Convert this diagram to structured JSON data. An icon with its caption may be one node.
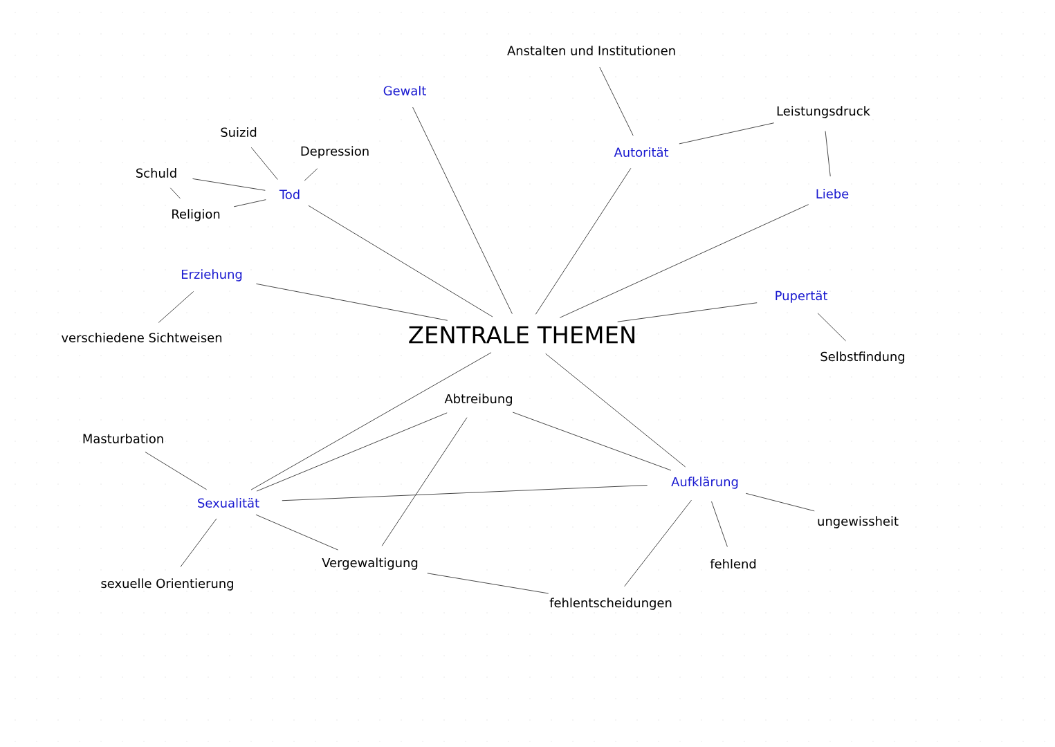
{
  "diagram": {
    "nodes": [
      {
        "text": [
          "ZENTRALE THEMEN"
        ]
      },
      {
        "text": [
          "Gewalt"
        ]
      },
      {
        "text": [
          "Anstalten und Institutionen"
        ]
      },
      {
        "text": [
          "Autorität"
        ]
      },
      {
        "text": [
          "Leistungsdruck"
        ]
      },
      {
        "text": [
          "Liebe"
        ]
      },
      {
        "text": [
          "Tod"
        ]
      },
      {
        "text": [
          "Suizid"
        ]
      },
      {
        "text": [
          "Depression"
        ]
      },
      {
        "text": [
          "Schuld"
        ]
      },
      {
        "text": [
          "Religion"
        ]
      },
      {
        "text": [
          "Erziehung"
        ]
      },
      {
        "text": [
          "verschiedene Sichtweisen"
        ]
      },
      {
        "text": [
          "Pupertät"
        ]
      },
      {
        "text": [
          "Selbstfindung"
        ]
      },
      {
        "text": [
          "Abtreibung"
        ]
      },
      {
        "text": [
          "Aufklärung"
        ]
      },
      {
        "text": [
          "ungewissheit"
        ]
      },
      {
        "text": [
          "fehlend"
        ]
      },
      {
        "text": [
          "fehlentscheidungen"
        ]
      },
      {
        "text": [
          "Masturbation"
        ]
      },
      {
        "text": [
          "Sexualität"
        ]
      },
      {
        "text": [
          "sexuelle Orientierung"
        ]
      },
      {
        "text": [
          "Vergewaltigung"
        ]
      }
    ],
    "edges": [
      {
        "from": 0,
        "to": 1,
        "arrow": "none"
      },
      {
        "from": 0,
        "to": 6,
        "arrow": "none"
      },
      {
        "from": 0,
        "to": 11,
        "arrow": "none"
      },
      {
        "from": 0,
        "to": 3,
        "arrow": "none"
      },
      {
        "from": 0,
        "to": 5,
        "arrow": "none"
      },
      {
        "from": 0,
        "to": 13,
        "arrow": "none"
      },
      {
        "from": 0,
        "to": 16,
        "arrow": "none"
      },
      {
        "from": 0,
        "to": 21,
        "arrow": "none"
      },
      {
        "from": 2,
        "to": 3,
        "arrow": "none"
      },
      {
        "from": 3,
        "to": 4,
        "arrow": "none"
      },
      {
        "from": 4,
        "to": 5,
        "arrow": "none"
      },
      {
        "from": 6,
        "to": 7,
        "arrow": "none"
      },
      {
        "from": 6,
        "to": 8,
        "arrow": "none"
      },
      {
        "from": 6,
        "to": 9,
        "arrow": "none"
      },
      {
        "from": 6,
        "to": 10,
        "arrow": "none"
      },
      {
        "from": 9,
        "to": 10,
        "arrow": "none"
      },
      {
        "from": 11,
        "to": 12,
        "arrow": "none"
      },
      {
        "from": 13,
        "to": 14,
        "arrow": "none"
      },
      {
        "from": 15,
        "to": 21,
        "arrow": "none"
      },
      {
        "from": 15,
        "to": 16,
        "arrow": "none"
      },
      {
        "from": 15,
        "to": 23,
        "arrow": "none"
      },
      {
        "from": 21,
        "to": 16,
        "arrow": "none"
      },
      {
        "from": 21,
        "to": 20,
        "arrow": "none"
      },
      {
        "from": 21,
        "to": 22,
        "arrow": "none"
      },
      {
        "from": 21,
        "to": 23,
        "arrow": "none"
      },
      {
        "from": 23,
        "to": 19,
        "arrow": "none"
      },
      {
        "from": 16,
        "to": 17,
        "arrow": "none"
      },
      {
        "from": 16,
        "to": 18,
        "arrow": "none"
      },
      {
        "from": 16,
        "to": 19,
        "arrow": "none"
      }
    ]
  }
}
